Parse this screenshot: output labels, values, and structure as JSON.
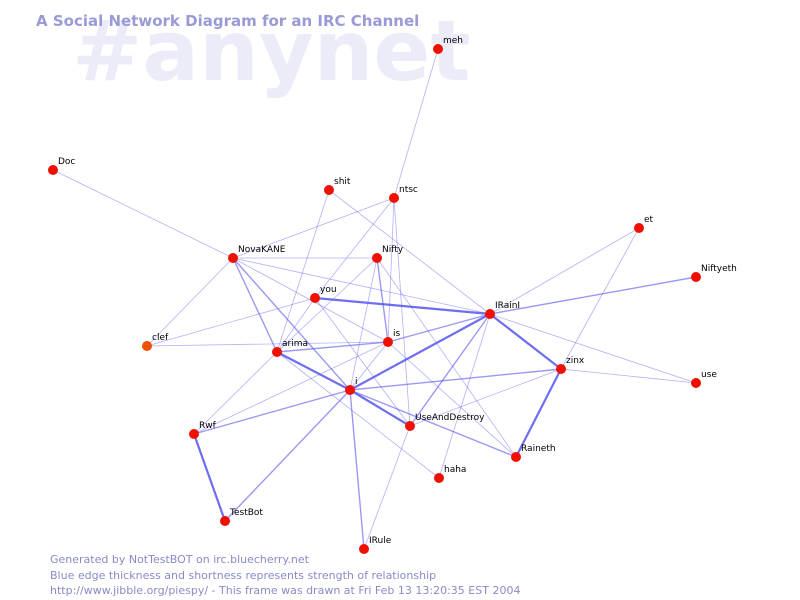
{
  "watermark": "#anynet",
  "title": "A Social Network Diagram for an IRC Channel",
  "footer": {
    "line1": "Generated by NotTestBOT on irc.bluecherry.net",
    "line2": "Blue edge thickness and shortness represents strength of relationship",
    "line3": "http://www.jibble.org/piespy/ - This frame was drawn at Fri Feb 13 13:20:35 EST 2004"
  },
  "colors": {
    "node": "#ee1100",
    "node_dim": "#f05000",
    "edge": "#5555ee",
    "title": "#9a9ad6",
    "watermark": "#ececf8"
  },
  "nodes": [
    {
      "id": "meh",
      "label": "meh"
    },
    {
      "id": "Doc",
      "label": "Doc"
    },
    {
      "id": "shit",
      "label": "shit"
    },
    {
      "id": "ntsc",
      "label": "ntsc"
    },
    {
      "id": "et",
      "label": "et"
    },
    {
      "id": "NovaKANE",
      "label": "NovaKANE"
    },
    {
      "id": "Nifty",
      "label": "Nifty"
    },
    {
      "id": "Niftyeth",
      "label": "Niftyeth"
    },
    {
      "id": "you",
      "label": "you"
    },
    {
      "id": "IRainI",
      "label": "IRainI"
    },
    {
      "id": "clef",
      "label": "clef"
    },
    {
      "id": "is",
      "label": "is"
    },
    {
      "id": "arima",
      "label": "arima"
    },
    {
      "id": "zinx",
      "label": "zinx"
    },
    {
      "id": "use",
      "label": "use"
    },
    {
      "id": "i",
      "label": "i"
    },
    {
      "id": "UseAndDestroy",
      "label": "UseAndDestroy"
    },
    {
      "id": "Rwf",
      "label": "Rwf"
    },
    {
      "id": "Raineth",
      "label": "Raineth"
    },
    {
      "id": "haha",
      "label": "haha"
    },
    {
      "id": "TestBot",
      "label": "TestBot"
    },
    {
      "id": "IRule",
      "label": "IRule"
    }
  ],
  "edges": [
    {
      "from": "meh",
      "to": "ntsc",
      "strength": 1
    },
    {
      "from": "Doc",
      "to": "NovaKANE",
      "strength": 1
    },
    {
      "from": "NovaKANE",
      "to": "ntsc",
      "strength": 1
    },
    {
      "from": "NovaKANE",
      "to": "Nifty",
      "strength": 1
    },
    {
      "from": "NovaKANE",
      "to": "IRainI",
      "strength": 1
    },
    {
      "from": "NovaKANE",
      "to": "clef",
      "strength": 1
    },
    {
      "from": "NovaKANE",
      "to": "arima",
      "strength": 2
    },
    {
      "from": "NovaKANE",
      "to": "i",
      "strength": 2
    },
    {
      "from": "NovaKANE",
      "to": "is",
      "strength": 1
    },
    {
      "from": "shit",
      "to": "arima",
      "strength": 1
    },
    {
      "from": "shit",
      "to": "IRainI",
      "strength": 1
    },
    {
      "from": "ntsc",
      "to": "you",
      "strength": 1
    },
    {
      "from": "ntsc",
      "to": "is",
      "strength": 1
    },
    {
      "from": "ntsc",
      "to": "UseAndDestroy",
      "strength": 1
    },
    {
      "from": "Nifty",
      "to": "arima",
      "strength": 1
    },
    {
      "from": "Nifty",
      "to": "i",
      "strength": 1
    },
    {
      "from": "Nifty",
      "to": "is",
      "strength": 2
    },
    {
      "from": "Nifty",
      "to": "Raineth",
      "strength": 1
    },
    {
      "from": "you",
      "to": "IRainI",
      "strength": 3
    },
    {
      "from": "you",
      "to": "clef",
      "strength": 1
    },
    {
      "from": "you",
      "to": "arima",
      "strength": 1
    },
    {
      "from": "you",
      "to": "UseAndDestroy",
      "strength": 1
    },
    {
      "from": "IRainI",
      "to": "et",
      "strength": 1
    },
    {
      "from": "IRainI",
      "to": "Niftyeth",
      "strength": 2
    },
    {
      "from": "IRainI",
      "to": "is",
      "strength": 2
    },
    {
      "from": "IRainI",
      "to": "zinx",
      "strength": 3
    },
    {
      "from": "IRainI",
      "to": "use",
      "strength": 1
    },
    {
      "from": "IRainI",
      "to": "i",
      "strength": 3
    },
    {
      "from": "IRainI",
      "to": "UseAndDestroy",
      "strength": 2
    },
    {
      "from": "IRainI",
      "to": "haha",
      "strength": 1
    },
    {
      "from": "clef",
      "to": "is",
      "strength": 1
    },
    {
      "from": "is",
      "to": "arima",
      "strength": 2
    },
    {
      "from": "is",
      "to": "i",
      "strength": 1
    },
    {
      "from": "is",
      "to": "Raineth",
      "strength": 1
    },
    {
      "from": "is",
      "to": "Rwf",
      "strength": 1
    },
    {
      "from": "arima",
      "to": "i",
      "strength": 3
    },
    {
      "from": "arima",
      "to": "Rwf",
      "strength": 1
    },
    {
      "from": "arima",
      "to": "haha",
      "strength": 1
    },
    {
      "from": "zinx",
      "to": "et",
      "strength": 1
    },
    {
      "from": "zinx",
      "to": "use",
      "strength": 1
    },
    {
      "from": "zinx",
      "to": "Raineth",
      "strength": 3
    },
    {
      "from": "zinx",
      "to": "i",
      "strength": 2
    },
    {
      "from": "zinx",
      "to": "UseAndDestroy",
      "strength": 1
    },
    {
      "from": "i",
      "to": "UseAndDestroy",
      "strength": 3
    },
    {
      "from": "i",
      "to": "Raineth",
      "strength": 2
    },
    {
      "from": "i",
      "to": "Rwf",
      "strength": 2
    },
    {
      "from": "i",
      "to": "TestBot",
      "strength": 2
    },
    {
      "from": "i",
      "to": "IRule",
      "strength": 2
    },
    {
      "from": "Rwf",
      "to": "TestBot",
      "strength": 3
    },
    {
      "from": "UseAndDestroy",
      "to": "IRule",
      "strength": 1
    }
  ]
}
